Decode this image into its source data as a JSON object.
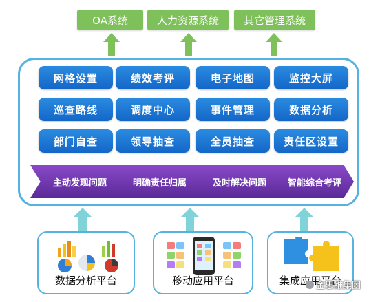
{
  "top_systems": [
    "OA系统",
    "人力资源系统",
    "其它管理系统"
  ],
  "modules": [
    [
      "网格设置",
      "绩效考评",
      "电子地图",
      "监控大屏"
    ],
    [
      "巡查路线",
      "调度中心",
      "事件管理",
      "数据分析"
    ],
    [
      "部门自查",
      "领导抽查",
      "全员抽查",
      "责任区设置"
    ]
  ],
  "process_steps": [
    "主动发现问题",
    "明确责任归属",
    "及时解决问题",
    "智能综合考评"
  ],
  "platforms": [
    "数据分析平台",
    "移动应用平台",
    "集成应用平台"
  ],
  "watermark": "金思维集团",
  "colors": {
    "top_box": "#7ec05a",
    "module": "#1f78d6",
    "process": "#6b35b0",
    "frame": "#56b3df",
    "up_arrow": "#7fd3d9"
  }
}
